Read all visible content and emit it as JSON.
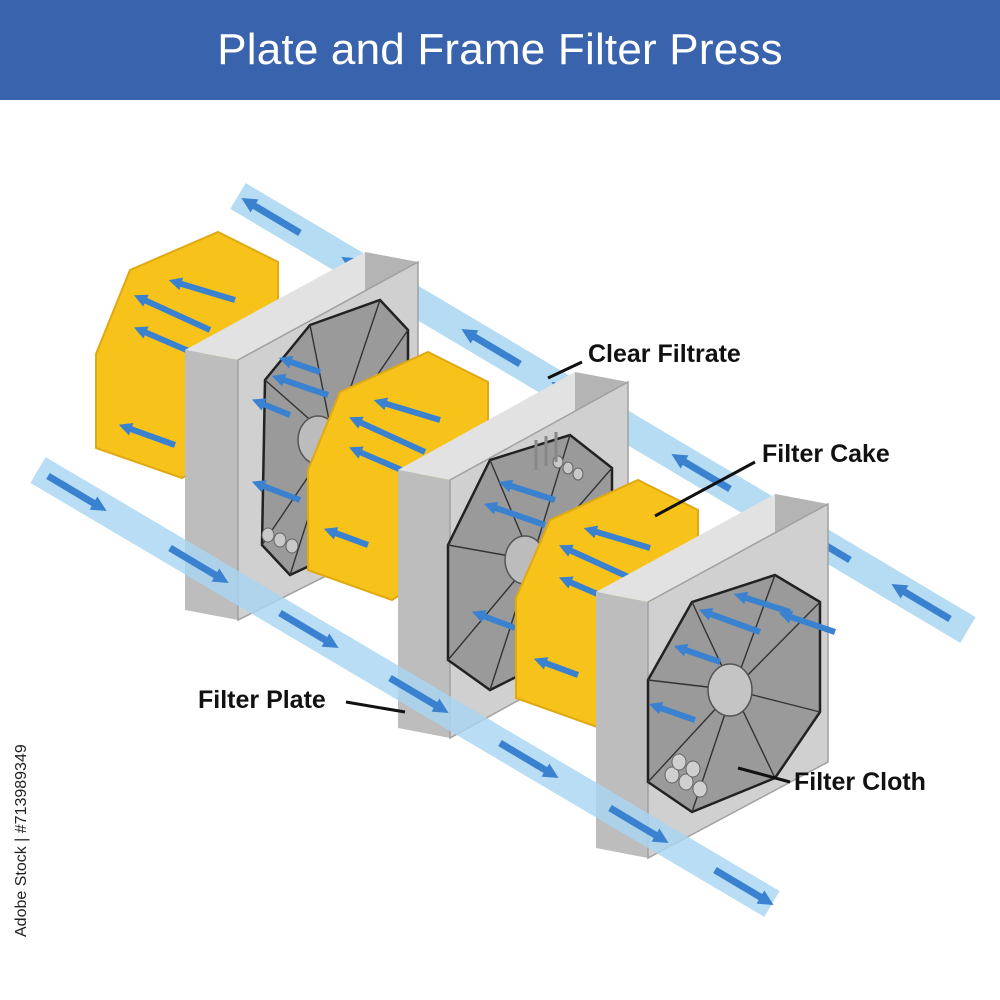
{
  "header": {
    "title": "Plate and Frame Filter Press"
  },
  "labels": {
    "clear_filtrate": "Clear Filtrate",
    "filter_cake": "Filter Cake",
    "filter_plate": "Filter Plate",
    "filter_cloth": "Filter Cloth"
  },
  "watermark": {
    "stock_id": "Adobe Stock | #713989349"
  },
  "colors": {
    "header": "#3a63ad",
    "cake": "#f7c31b",
    "cake_side": "#e0a812",
    "plate_front": "#d0d0d0",
    "plate_side": "#b4b4b4",
    "cloth": "#9a9a9a",
    "pipe": "#a9d6f2",
    "arrow": "#3a82d0"
  }
}
